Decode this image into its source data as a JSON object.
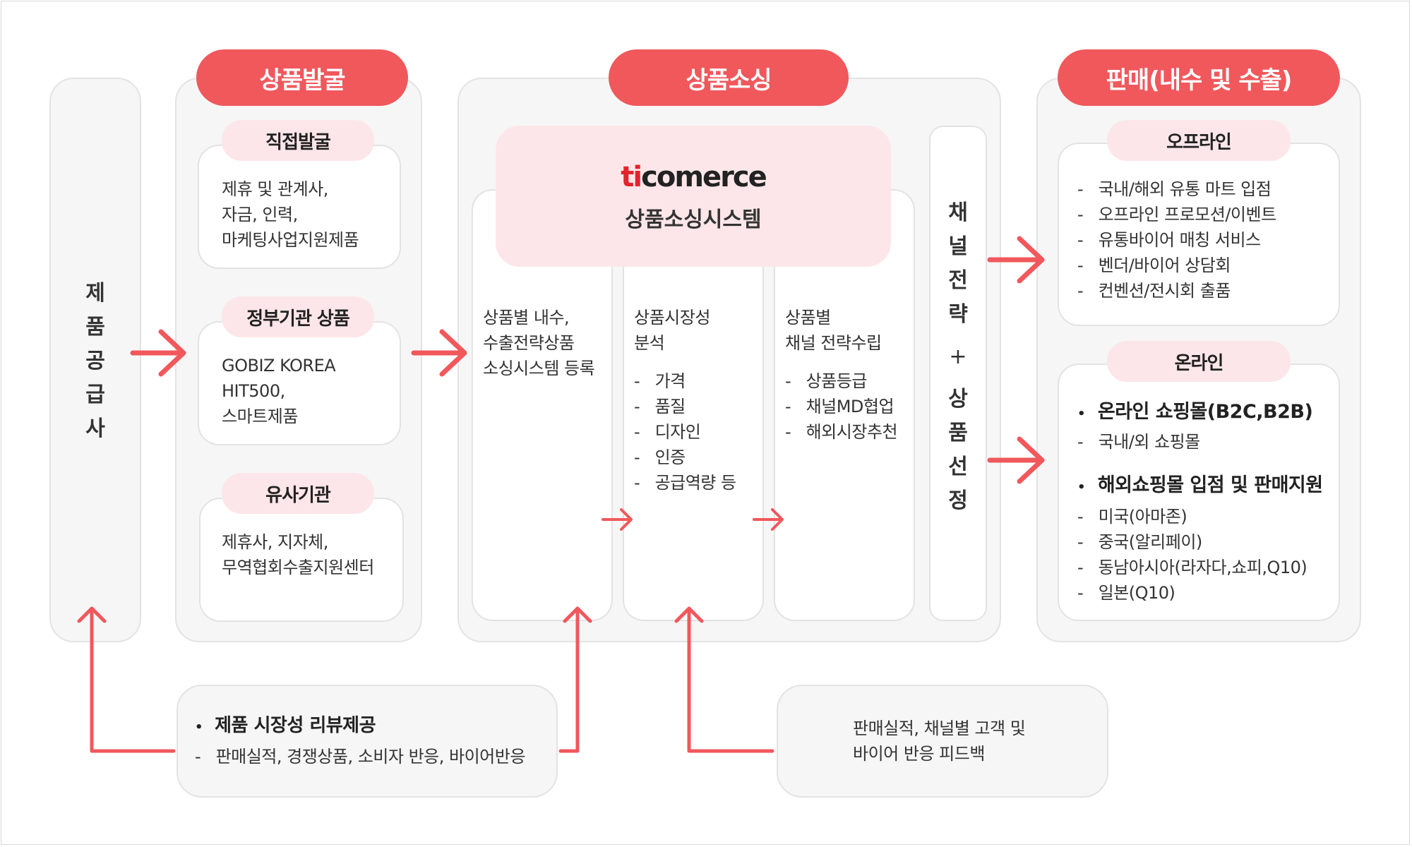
{
  "colors": {
    "accent": "#f0585c",
    "accent_light": "#fde6e9",
    "panel": "#f6f6f7",
    "border": "#e3e3e3"
  },
  "supplier": {
    "label_chars": [
      "제",
      "품",
      "공",
      "급",
      "사"
    ]
  },
  "discovery": {
    "title": "상품발굴",
    "groups": [
      {
        "title": "직접발굴",
        "lines": [
          "제휴 및 관계사,",
          "자금, 인력,",
          "마케팅사업지원제품"
        ]
      },
      {
        "title": "정부기관 상품",
        "lines": [
          "GOBIZ KOREA",
          "HIT500,",
          "스마트제품"
        ]
      },
      {
        "title": "유사기관",
        "lines": [
          "제휴사, 지자체,",
          "무역협회수출지원센터"
        ]
      }
    ]
  },
  "sourcing": {
    "title": "상품소싱",
    "system": {
      "logo_accent": "ti",
      "logo_rest": "comerce",
      "title": "상품소싱시스템"
    },
    "col1": {
      "lines": [
        "상품별 내수,",
        "수출전략상품",
        "소싱시스템 등록"
      ]
    },
    "col2": {
      "lines": [
        "상품시장성",
        "분석"
      ],
      "items": [
        "가격",
        "품질",
        "디자인",
        "인증",
        "공급역량 등"
      ]
    },
    "col3": {
      "lines": [
        "상품별",
        "채널 전략수립"
      ],
      "items": [
        "상품등급",
        "채널MD협업",
        "해외시장추천"
      ]
    },
    "channel_chars_top": [
      "채",
      "널",
      "전",
      "략"
    ],
    "plus": "+",
    "channel_chars_bottom": [
      "상",
      "품",
      "선",
      "정"
    ]
  },
  "sales": {
    "title": "판매(내수 및 수출)",
    "offline": {
      "title": "오프라인",
      "items": [
        "국내/해외 유통 마트 입점",
        "오프라인 프로모션/이벤트",
        "유통바이어 매칭 서비스",
        "벤더/바이어 상담회",
        "컨벤션/전시회 출품"
      ]
    },
    "online": {
      "title": "온라인",
      "group1_title": "온라인 쇼핑몰(B2C,B2B)",
      "group1_items": [
        "국내/외 쇼핑몰"
      ],
      "group2_title": "해외쇼핑몰 입점 및 판매지원",
      "group2_items": [
        "미국(아마존)",
        "중국(알리페이)",
        "동남아시아(라자다,쇼피,Q10)",
        "일본(Q10)"
      ]
    }
  },
  "feedback": {
    "review": {
      "title": "제품 시장성 리뷰제공",
      "item": "판매실적, 경쟁상품, 소비자 반응, 바이어반응"
    },
    "sales": {
      "lines": [
        "판매실적, 채널별 고객 및",
        "바이어 반응 피드백"
      ]
    }
  },
  "bullet": "•",
  "dash": "-"
}
